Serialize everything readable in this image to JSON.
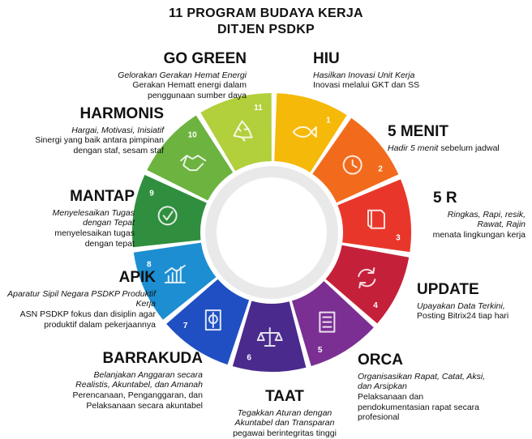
{
  "title": {
    "line1": "11 PROGRAM BUDAYA KERJA",
    "line2": "DITJEN PSDKP"
  },
  "segments": [
    {
      "num": "1",
      "name": "HIU",
      "italic": "Hasilkan Inovasi  Unit Kerja",
      "desc": "Inovasi melalui GKT dan SS",
      "color": "#f5b90a",
      "icon": "fish-icon"
    },
    {
      "num": "2",
      "name": "5 MENIT",
      "italic": "Hadir 5 menit",
      "italic_suffix": " sebelum jadwal",
      "desc": "",
      "color": "#f26b1d",
      "icon": "clock-icon"
    },
    {
      "num": "3",
      "name": "5 R",
      "italic": "Ringkas, Rapi, resik, Rawat, Rajin",
      "desc": "menata lingkungan kerja",
      "color": "#e8372a",
      "icon": "book-icon"
    },
    {
      "num": "4",
      "name": "UPDATE",
      "italic": "Upayakan Data Terkini,",
      "desc": "Posting Bitrix24 tiap hari",
      "color": "#c5203a",
      "icon": "refresh-icon"
    },
    {
      "num": "5",
      "name": "ORCA",
      "italic": "Organisasikan Rapat, Catat, Aksi, dan Arsipkan",
      "desc": "Pelaksanaan dan pendokumentasian rapat secara profesional",
      "color": "#7b2f93",
      "icon": "checklist-icon"
    },
    {
      "num": "6",
      "name": "TAAT",
      "italic": "Tegakkan Aturan dengan Akuntabel dan Transparan",
      "desc": "pegawai berintegritas tinggi",
      "color": "#4a2a8c",
      "icon": "scales-icon"
    },
    {
      "num": "7",
      "name": "BARRAKUDA",
      "italic": "Belanjakan Anggaran secara Realistis, Akuntabel, dan Amanah",
      "desc": "Perencanaan, Penganggaran, dan Pelaksanaan secara akuntabel",
      "color": "#1f4fc2",
      "icon": "money-icon"
    },
    {
      "num": "8",
      "name": "APIK",
      "italic": "Aparatur Sipil Negara PSDKP Produktif Kerja",
      "desc": "ASN PSDKP fokus dan disiplin agar produktif dalam pekerjaannya",
      "color": "#1d8ed1",
      "icon": "chart-icon"
    },
    {
      "num": "9",
      "name": "MANTAP",
      "italic": "Menyelesaikan Tugas dengan Tepat",
      "desc": "menyelesaikan tugas dengan tepat",
      "color": "#2f8f3e",
      "icon": "check-circle-icon"
    },
    {
      "num": "10",
      "name": "HARMONIS",
      "italic": "Hargai, Motivasi, Inisiatif",
      "desc": "Sinergi yang baik antara pimpinan dengan staf, sesam staf",
      "color": "#6cb33f",
      "icon": "handshake-icon"
    },
    {
      "num": "11",
      "name": "GO GREEN",
      "italic": "Gelorakan Gerakan Hemat Energi",
      "desc": "Gerakan Hematt energi dalam penggunaan sumber daya",
      "color": "#b2cf3c",
      "icon": "recycle-icon"
    }
  ]
}
